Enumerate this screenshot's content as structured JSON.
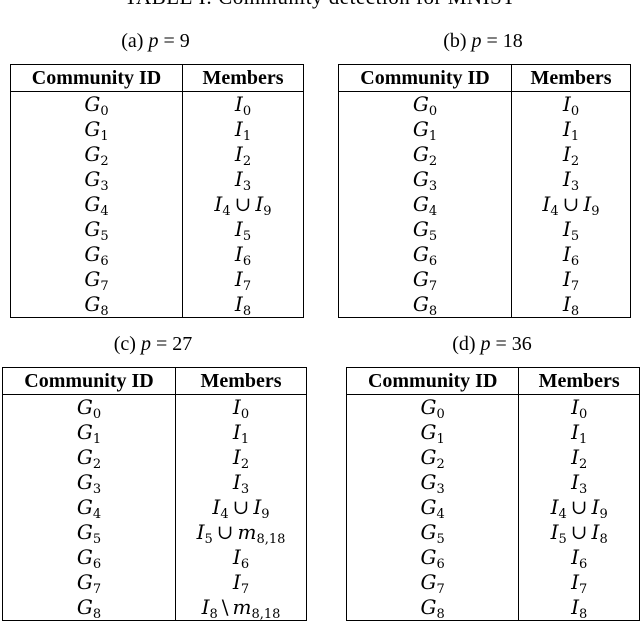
{
  "title": "TABLE I: Community detection for MNIST",
  "tables": [
    {
      "label": "(a)",
      "p_value": "9",
      "header": {
        "community": "Community ID",
        "members": "Members"
      },
      "rows": [
        {
          "id": "G_0",
          "members": "I_0"
        },
        {
          "id": "G_1",
          "members": "I_1"
        },
        {
          "id": "G_2",
          "members": "I_2"
        },
        {
          "id": "G_3",
          "members": "I_3"
        },
        {
          "id": "G_4",
          "members": "I_4 ∪ I_9"
        },
        {
          "id": "G_5",
          "members": "I_5"
        },
        {
          "id": "G_6",
          "members": "I_6"
        },
        {
          "id": "G_7",
          "members": "I_7"
        },
        {
          "id": "G_8",
          "members": "I_8"
        }
      ]
    },
    {
      "label": "(b)",
      "p_value": "18",
      "header": {
        "community": "Community ID",
        "members": "Members"
      },
      "rows": [
        {
          "id": "G_0",
          "members": "I_0"
        },
        {
          "id": "G_1",
          "members": "I_1"
        },
        {
          "id": "G_2",
          "members": "I_2"
        },
        {
          "id": "G_3",
          "members": "I_3"
        },
        {
          "id": "G_4",
          "members": "I_4 ∪ I_9"
        },
        {
          "id": "G_5",
          "members": "I_5"
        },
        {
          "id": "G_6",
          "members": "I_6"
        },
        {
          "id": "G_7",
          "members": "I_7"
        },
        {
          "id": "G_8",
          "members": "I_8"
        }
      ]
    },
    {
      "label": "(c)",
      "p_value": "27",
      "header": {
        "community": "Community ID",
        "members": "Members"
      },
      "rows": [
        {
          "id": "G_0",
          "members": "I_0"
        },
        {
          "id": "G_1",
          "members": "I_1"
        },
        {
          "id": "G_2",
          "members": "I_2"
        },
        {
          "id": "G_3",
          "members": "I_3"
        },
        {
          "id": "G_4",
          "members": "I_4 ∪ I_9"
        },
        {
          "id": "G_5",
          "members": "I_5 ∪ m_8,18"
        },
        {
          "id": "G_6",
          "members": "I_6"
        },
        {
          "id": "G_7",
          "members": "I_7"
        },
        {
          "id": "G_8",
          "members": "I_8 \\ m_8,18"
        }
      ]
    },
    {
      "label": "(d)",
      "p_value": "36",
      "header": {
        "community": "Community ID",
        "members": "Members"
      },
      "rows": [
        {
          "id": "G_0",
          "members": "I_0"
        },
        {
          "id": "G_1",
          "members": "I_1"
        },
        {
          "id": "G_2",
          "members": "I_2"
        },
        {
          "id": "G_3",
          "members": "I_3"
        },
        {
          "id": "G_4",
          "members": "I_4 ∪ I_9"
        },
        {
          "id": "G_5",
          "members": "I_5 ∪ I_8"
        },
        {
          "id": "G_6",
          "members": "I_6"
        },
        {
          "id": "G_7",
          "members": "I_7"
        },
        {
          "id": "G_8",
          "members": "I_8"
        }
      ]
    }
  ]
}
